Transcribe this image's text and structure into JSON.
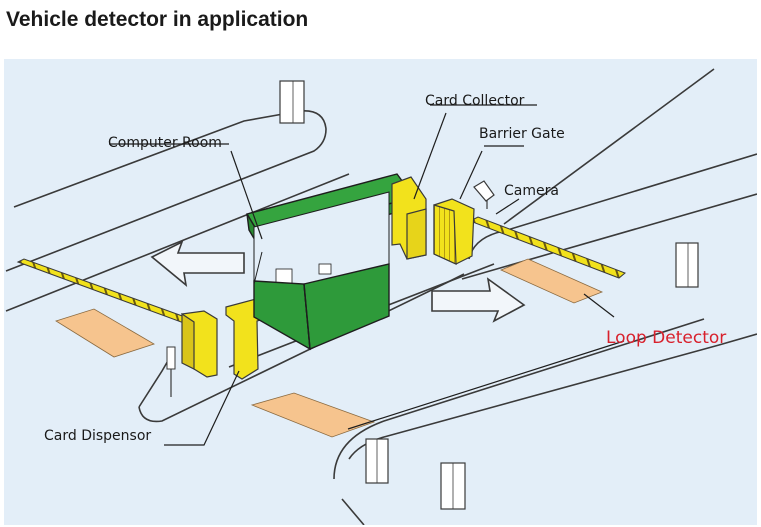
{
  "page": {
    "title": "Vehicle detector in application"
  },
  "diagram": {
    "labels": {
      "computer_room": "Computer Room",
      "card_collector": "Card Collector",
      "barrier_gate": "Barrier Gate",
      "camera": "Camera",
      "loop_detector": "Loop Detector",
      "card_dispenser": "Card Dispensor"
    },
    "colors": {
      "background": "#e3eef8",
      "booth_green": "#2e9a3a",
      "booth_roof": "#35a43f",
      "equipment_yellow": "#f2e21c",
      "loop_pad": "#f6c48e",
      "loop_label": "#d8202c",
      "line": "#3a3a3a"
    }
  }
}
